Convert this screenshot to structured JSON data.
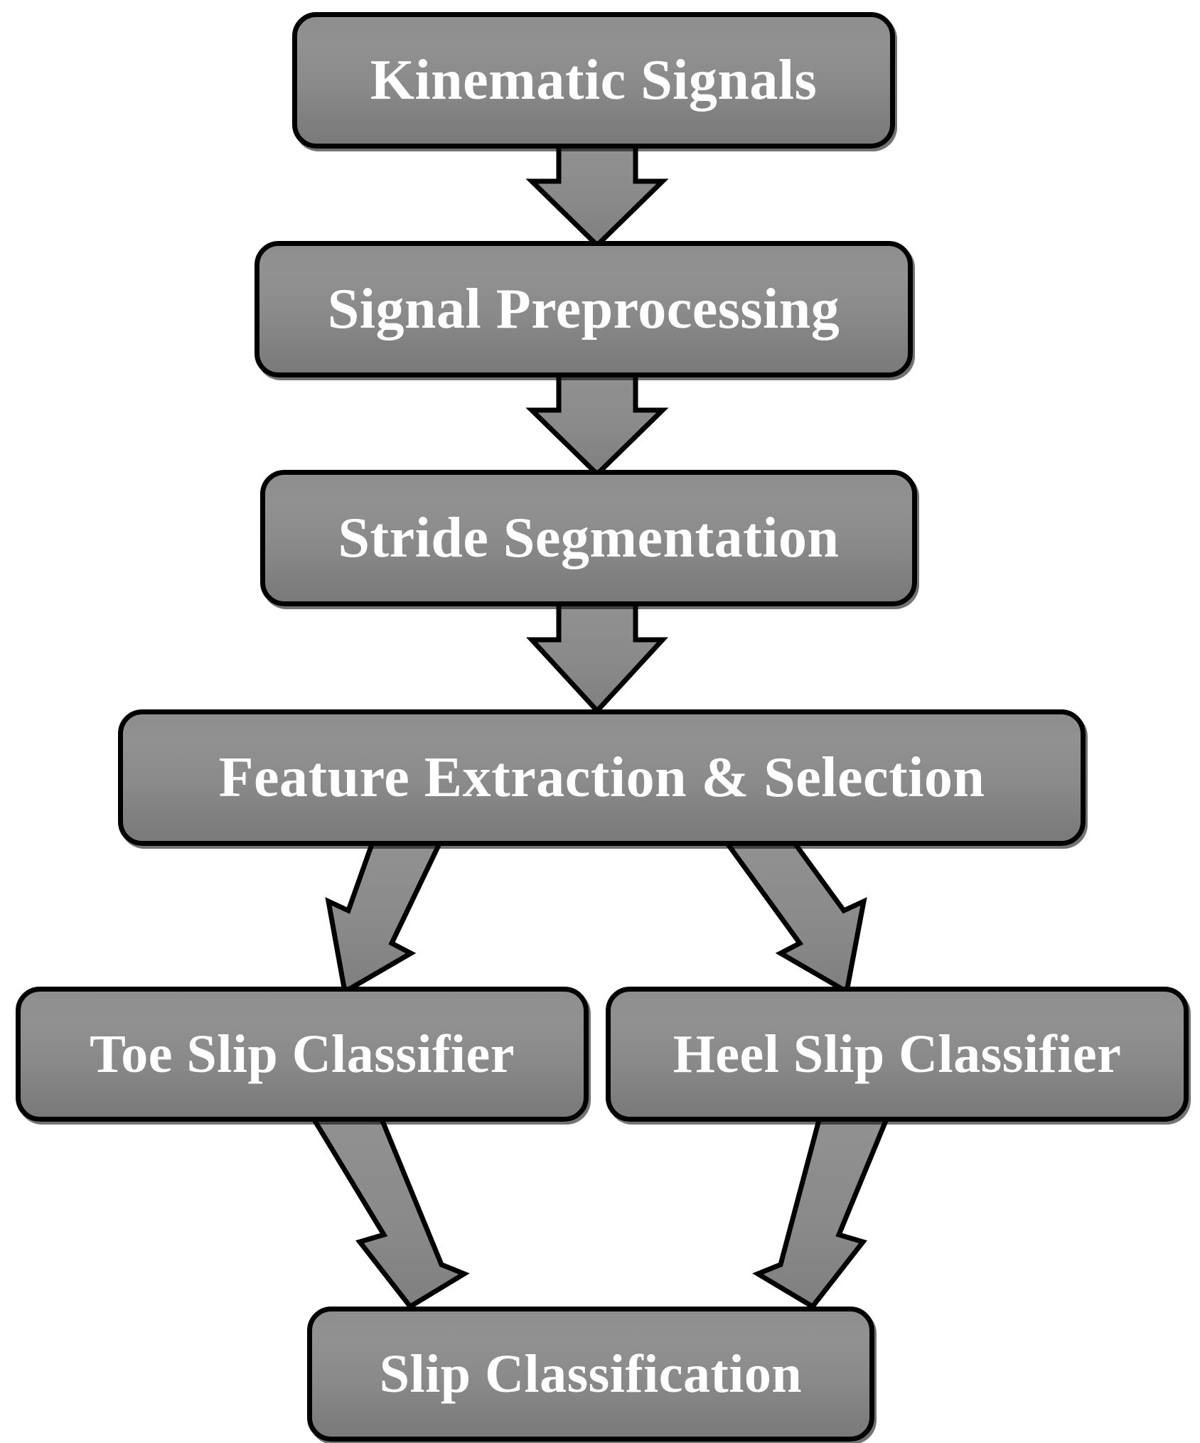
{
  "diagram": {
    "title": "Slip Classification Pipeline Flowchart",
    "type": "flowchart",
    "orientation": "top-to-bottom",
    "background_color": "#ffffff",
    "node_fill_top": "#919191",
    "node_fill_bottom": "#7a7a7a",
    "node_border_color": "#000000",
    "node_text_color": "#ffffff",
    "arrow_fill": "#8c8c8c",
    "arrow_border_color": "#000000",
    "nodes": [
      {
        "id": "kinematic-signals",
        "label": "Kinematic Signals"
      },
      {
        "id": "signal-preprocessing",
        "label": "Signal Preprocessing"
      },
      {
        "id": "stride-segmentation",
        "label": "Stride Segmentation"
      },
      {
        "id": "feature-extraction",
        "label": "Feature Extraction & Selection"
      },
      {
        "id": "toe-slip-classifier",
        "label": "Toe Slip Classifier"
      },
      {
        "id": "heel-slip-classifier",
        "label": "Heel Slip Classifier"
      },
      {
        "id": "slip-classification",
        "label": "Slip Classification"
      }
    ],
    "edges": [
      {
        "from": "kinematic-signals",
        "to": "signal-preprocessing",
        "style": "block-arrow-down"
      },
      {
        "from": "signal-preprocessing",
        "to": "stride-segmentation",
        "style": "block-arrow-down"
      },
      {
        "from": "stride-segmentation",
        "to": "feature-extraction",
        "style": "block-arrow-down"
      },
      {
        "from": "feature-extraction",
        "to": "toe-slip-classifier",
        "style": "block-arrow-diagonal-down-left"
      },
      {
        "from": "feature-extraction",
        "to": "heel-slip-classifier",
        "style": "block-arrow-diagonal-down-right"
      },
      {
        "from": "toe-slip-classifier",
        "to": "slip-classification",
        "style": "block-arrow-diagonal-down-right"
      },
      {
        "from": "heel-slip-classifier",
        "to": "slip-classification",
        "style": "block-arrow-diagonal-down-left"
      }
    ]
  }
}
